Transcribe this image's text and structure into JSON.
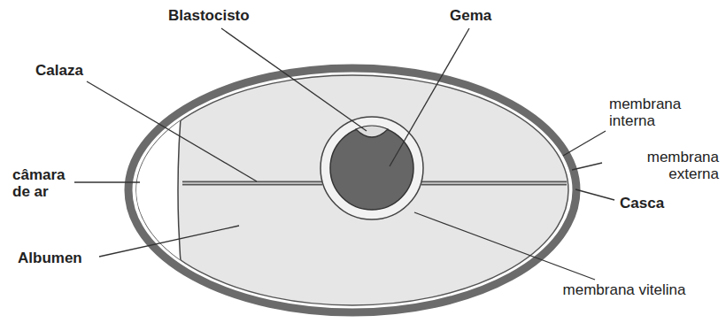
{
  "diagram": {
    "labels": [
      "Blastocisto",
      "Gema",
      "Calaza",
      "membrana interna",
      "membrana externa",
      "câmara de ar",
      "Casca",
      "Albumen",
      "membrana vitelina"
    ]
  }
}
